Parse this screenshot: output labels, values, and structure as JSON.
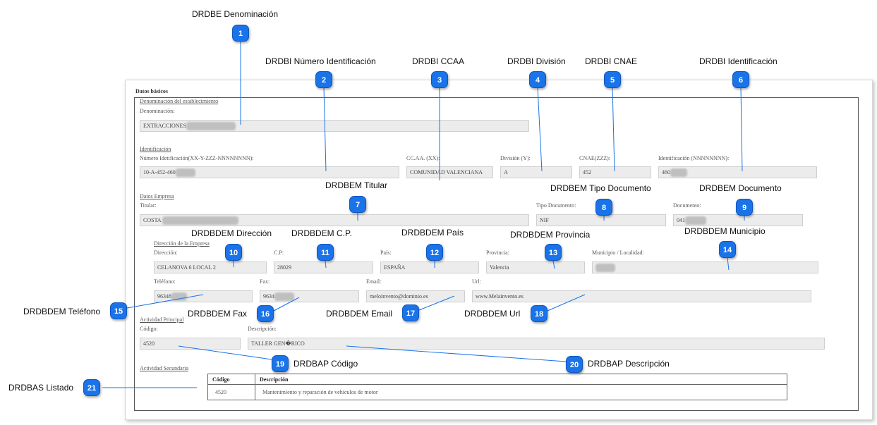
{
  "callouts": [
    {
      "n": "1",
      "label": "DRDBE Denominación"
    },
    {
      "n": "2",
      "label": "DRDBI Número Identificación"
    },
    {
      "n": "3",
      "label": "DRDBI CCAA"
    },
    {
      "n": "4",
      "label": "DRDBI División"
    },
    {
      "n": "5",
      "label": "DRDBI CNAE"
    },
    {
      "n": "6",
      "label": "DRDBI Identificación"
    },
    {
      "n": "7",
      "label": "DRDBEM Titular"
    },
    {
      "n": "8",
      "label": "DRDBEM Tipo Documento"
    },
    {
      "n": "9",
      "label": "DRDBEM  Documento"
    },
    {
      "n": "10",
      "label": "DRDBDEM Dirección"
    },
    {
      "n": "11",
      "label": "DRDBDEM C.P."
    },
    {
      "n": "12",
      "label": "DRDBDEM País"
    },
    {
      "n": "13",
      "label": "DRDBDEM Provincia"
    },
    {
      "n": "14",
      "label": "DRDBDEM Municipio"
    },
    {
      "n": "15",
      "label": "DRDBDEM Teléfono"
    },
    {
      "n": "16",
      "label": "DRDBDEM Fax"
    },
    {
      "n": "17",
      "label": "DRDBDEM Email"
    },
    {
      "n": "18",
      "label": "DRDBDEM Url"
    },
    {
      "n": "19",
      "label": "DRDBAP Código"
    },
    {
      "n": "20",
      "label": "DRDBAP Descripción"
    },
    {
      "n": "21",
      "label": "DRDBAS Listado"
    }
  ],
  "form": {
    "title": "Datos básicos",
    "denominacion": {
      "section": "Denominación del establecimiento",
      "label": "Denominación:",
      "value": "EXTRACCIONES"
    },
    "identificacion": {
      "section": "Identificación",
      "numero_label": "Número Idetificación(XX-Y-ZZZ-NNNNNNNN):",
      "numero_value": "10-A-452-460",
      "ccaa_label": "CC.AA. (XX):",
      "ccaa_value": "COMUNIDAD VALENCIANA",
      "division_label": "División (Y):",
      "division_value": "A",
      "cnae_label": "CNAE(ZZZ):",
      "cnae_value": "452",
      "ident_label": "Identificación (NNNNNNNN):",
      "ident_value": "460"
    },
    "empresa": {
      "section": "Datos Empresa",
      "titular_label": "Titular:",
      "titular_value": "COSTA",
      "tipo_doc_label": "Tipo Documento:",
      "tipo_doc_value": "NIF",
      "doc_label": "Documento:",
      "doc_value": "041"
    },
    "direccion": {
      "section": "Dirección de la Empresa",
      "direccion_label": "Dirección:",
      "direccion_value": "CELANOVA 6 LOCAL 2",
      "cp_label": "C.P:",
      "cp_value": "28029",
      "pais_label": "País:",
      "pais_value": "ESPAÑA",
      "provincia_label": "Provincia:",
      "provincia_value": "Valencia",
      "municipio_label": "Municipio / Localidad:",
      "municipio_value": "",
      "telefono_label": "Teléfono:",
      "telefono_value": "96348",
      "fax_label": "Fax:",
      "fax_value": "9634",
      "email_label": "Email:",
      "email_value": "meloinvento@dominio.es",
      "url_label": "Url:",
      "url_value": "www.Melainvento.es"
    },
    "actividad_principal": {
      "section": "Actividad Principal",
      "codigo_label": "Código:",
      "codigo_value": "4520",
      "descripcion_label": "Descripción:",
      "descripcion_value": "TALLER GEN�RICO"
    },
    "actividad_secundaria": {
      "section": "Actividad Secundaria",
      "columns": [
        "Código",
        "Descripción"
      ],
      "rows": [
        [
          "4520",
          "Mantenimiento y reparación de vehículos de motor"
        ]
      ]
    }
  }
}
